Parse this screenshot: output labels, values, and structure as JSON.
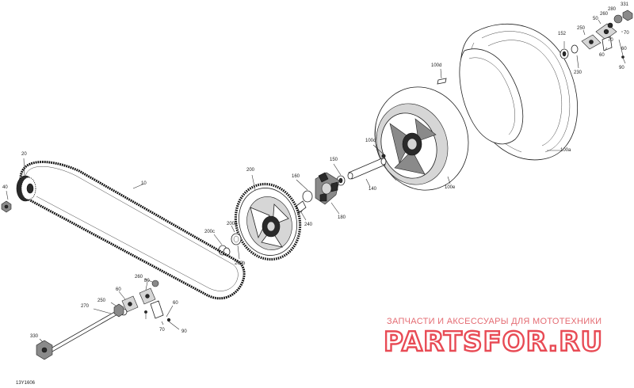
{
  "figure_code": "13Y1606",
  "callouts": [
    {
      "id": "c331",
      "text": "331"
    },
    {
      "id": "c280a",
      "text": "280"
    },
    {
      "id": "c70a",
      "text": "70"
    },
    {
      "id": "c260a",
      "text": "260"
    },
    {
      "id": "c60a",
      "text": "60"
    },
    {
      "id": "c152",
      "text": "152"
    },
    {
      "id": "c250a",
      "text": "250"
    },
    {
      "id": "c50a",
      "text": "50"
    },
    {
      "id": "c70b",
      "text": "70"
    },
    {
      "id": "c60b",
      "text": "60"
    },
    {
      "id": "c90a",
      "text": "90"
    },
    {
      "id": "c230",
      "text": "230"
    },
    {
      "id": "c100d",
      "text": "100d"
    },
    {
      "id": "c100a",
      "text": "100a"
    },
    {
      "id": "c100c",
      "text": "100c"
    },
    {
      "id": "c150",
      "text": "150"
    },
    {
      "id": "c140",
      "text": "140"
    },
    {
      "id": "c100e",
      "text": "100e"
    },
    {
      "id": "c20",
      "text": "20"
    },
    {
      "id": "c40",
      "text": "40"
    },
    {
      "id": "c10",
      "text": "10"
    },
    {
      "id": "c200",
      "text": "200"
    },
    {
      "id": "c180",
      "text": "180"
    },
    {
      "id": "c160",
      "text": "160"
    },
    {
      "id": "c240",
      "text": "240"
    },
    {
      "id": "c200c",
      "text": "200c"
    },
    {
      "id": "c200a",
      "text": "200a"
    },
    {
      "id": "c200b",
      "text": "200b"
    },
    {
      "id": "c260b",
      "text": "260"
    },
    {
      "id": "c80",
      "text": "80"
    },
    {
      "id": "c250b",
      "text": "250"
    },
    {
      "id": "c270",
      "text": "270"
    },
    {
      "id": "c60c",
      "text": "60"
    },
    {
      "id": "c60d",
      "text": "60"
    },
    {
      "id": "c70c",
      "text": "70"
    },
    {
      "id": "c90b",
      "text": "90"
    },
    {
      "id": "c330",
      "text": "330"
    }
  ],
  "watermark": {
    "line1": "ЗАПЧАСТИ И АКСЕССУАРЫ ДЛЯ МОТОТЕХНИКИ",
    "brand": "PARTSFOR.RU"
  }
}
